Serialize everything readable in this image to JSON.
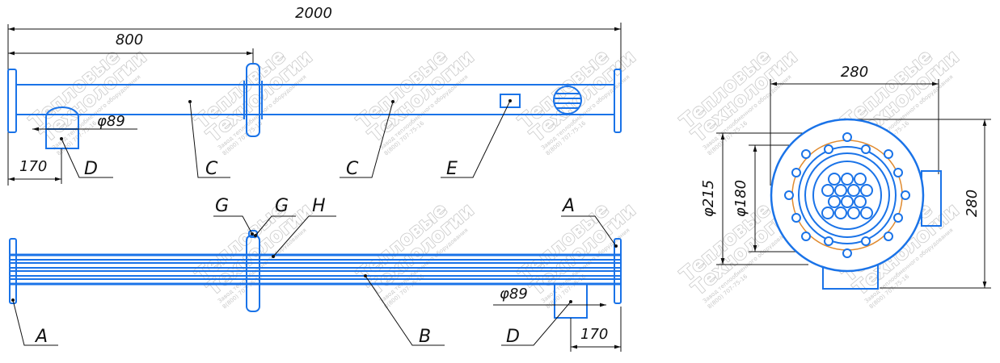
{
  "watermark": {
    "line1": "Тепловые",
    "line2": "Технологии",
    "line3": "Завод теплообменного оборудования",
    "line4": "8(800) 707-75-16"
  },
  "top_view": {
    "dim_total": "2000",
    "dim_section": "800",
    "dim_pipe": "φ89",
    "dim_offset": "170",
    "labels": {
      "d": "D",
      "c1": "C",
      "c2": "C",
      "e": "E"
    }
  },
  "bottom_view": {
    "dim_pipe": "φ89",
    "dim_offset": "170",
    "labels": {
      "g1": "G",
      "g2": "G",
      "h": "H",
      "a_top": "A",
      "a_bottom": "A",
      "b": "B",
      "d": "D"
    }
  },
  "end_view": {
    "dim_width": "280",
    "dim_height": "280",
    "dim_d215": "φ215",
    "dim_d180": "φ180"
  },
  "colors": {
    "line": "#1a73e8",
    "flange_ring": "#e08a2e",
    "dim": "#111111",
    "watermark": "#c9c9c9"
  }
}
